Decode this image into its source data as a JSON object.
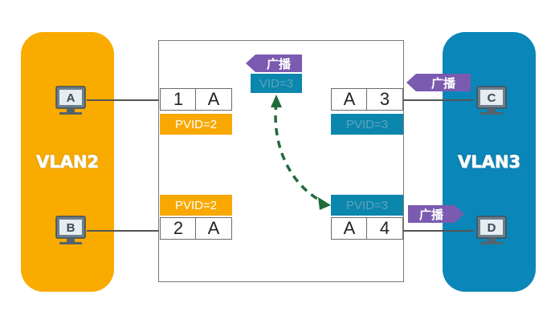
{
  "vlans": {
    "left": {
      "label": "VLAN2",
      "color": "#f9ab00"
    },
    "right": {
      "label": "VLAN3",
      "color": "#0b86b8"
    }
  },
  "hosts": {
    "a": "A",
    "b": "B",
    "c": "C",
    "d": "D"
  },
  "ports": {
    "p1": {
      "number": "1",
      "vlan_tag": "A",
      "pvid": "PVID=2"
    },
    "p2": {
      "number": "2",
      "vlan_tag": "A",
      "pvid": "PVID=2"
    },
    "p3": {
      "number": "3",
      "vlan_tag": "A",
      "pvid": "PVID=3"
    },
    "p4": {
      "number": "4",
      "vlan_tag": "A",
      "pvid": "PVID=3"
    }
  },
  "frame": {
    "label": "广播",
    "vid": "VID=3"
  },
  "broadcast_label": "广播",
  "colors": {
    "broadcast": "#7b5bb0",
    "pvid_orange": "#f8a800",
    "pvid_blue": "#0b86ad",
    "path_arrow": "#1f6b3a"
  }
}
